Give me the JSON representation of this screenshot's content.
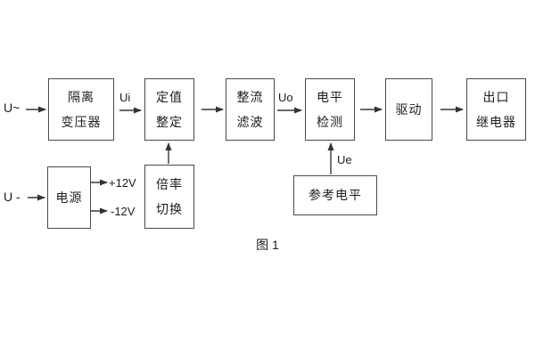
{
  "diagram": {
    "caption": "图 1",
    "colors": {
      "background": "#ffffff",
      "line": "#3a3a3a",
      "border": "#4a4a4a",
      "text": "#1d1d1d"
    },
    "inputs": {
      "ac": "U~",
      "dc": "U -"
    },
    "blocks": {
      "isolation_transformer": {
        "line1": "隔离",
        "line2": "变压器"
      },
      "setting_adjust": {
        "line1": "定值",
        "line2": "整定"
      },
      "rectifier_filter": {
        "line1": "整流",
        "line2": "滤波"
      },
      "level_detect": {
        "line1": "电平",
        "line2": "检测"
      },
      "drive": {
        "label": "驱动"
      },
      "output_relay": {
        "line1": "出口",
        "line2": "继电器"
      },
      "power_supply": {
        "label": "电源"
      },
      "ratio_switch": {
        "line1": "倍率",
        "line2": "切换"
      },
      "reference_level": {
        "label": "参考电平"
      }
    },
    "signals": {
      "ui": "Ui",
      "uo": "Uo",
      "ue": "Ue",
      "plus12": "+12V",
      "minus12": "-12V"
    }
  }
}
